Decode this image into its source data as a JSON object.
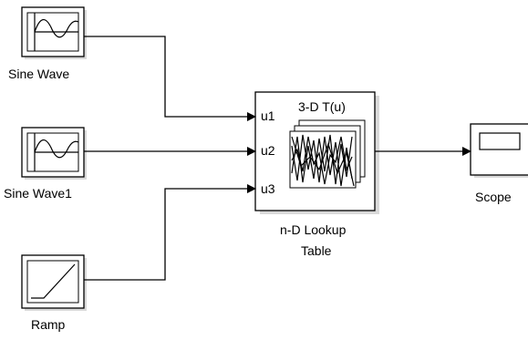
{
  "blocks": {
    "sine_wave": {
      "label": "Sine Wave"
    },
    "sine_wave1": {
      "label": "Sine Wave1"
    },
    "ramp": {
      "label": "Ramp"
    },
    "lookup": {
      "label_line1": "n-D Lookup",
      "label_line2": "Table",
      "header": "3-D T(u)",
      "ports": [
        "u1",
        "u2",
        "u3"
      ]
    },
    "scope": {
      "label": "Scope"
    }
  },
  "icons": {
    "sine_wave": "sine-wave-icon",
    "sine_wave1": "sine-wave-icon",
    "ramp": "ramp-icon",
    "lookup": "lookup-table-3d-icon",
    "scope": "scope-screen-icon"
  },
  "colors": {
    "line": "#000000",
    "block_fill": "#ffffff",
    "shadow": "#d9d9d9"
  }
}
